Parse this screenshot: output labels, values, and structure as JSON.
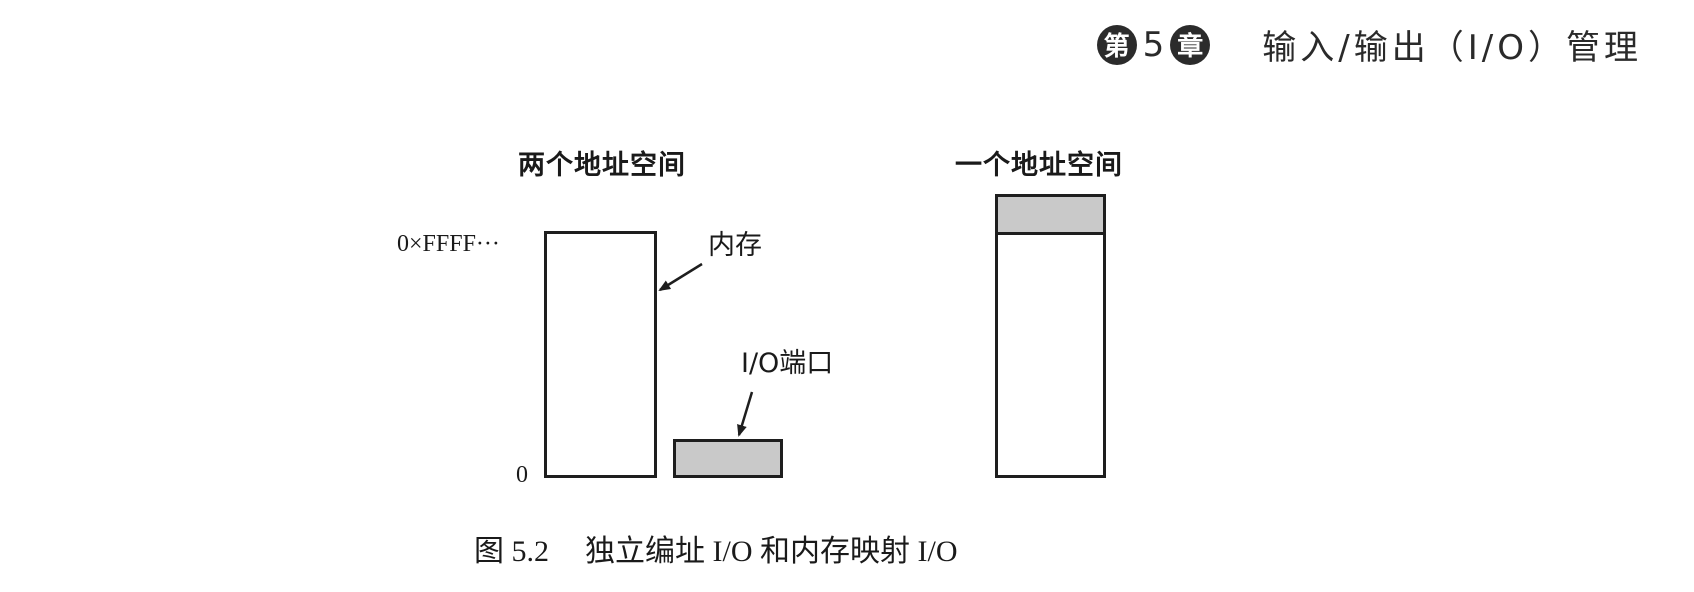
{
  "header": {
    "chapter_prefix": "第",
    "chapter_number": "5",
    "chapter_suffix": "章",
    "chapter_title": "输入/输出（I/O）管理"
  },
  "diagram": {
    "left": {
      "heading": "两个地址空间",
      "top_address_label": "0×FFFF···",
      "bottom_address_label": "0",
      "memory_label": "内存",
      "io_label": "I/O端口"
    },
    "right": {
      "heading": "一个地址空间"
    },
    "colors": {
      "outline": "#1e1e1e",
      "io_fill": "#c9c9c9",
      "memory_fill": "#ffffff"
    }
  },
  "caption": {
    "figure_number": "图 5.2",
    "text": "独立编址 I/O 和内存映射 I/O"
  }
}
